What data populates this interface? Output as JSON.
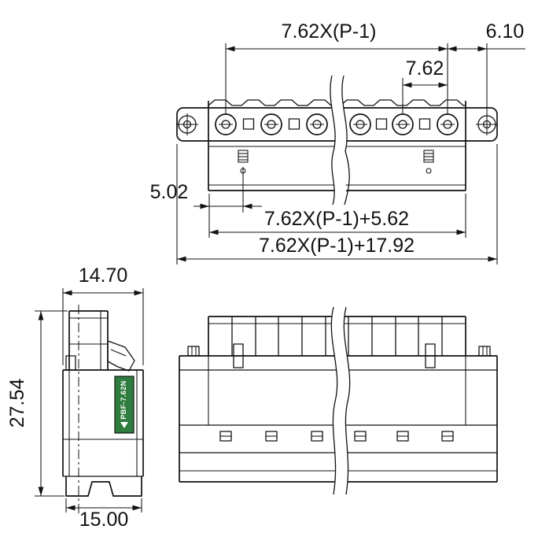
{
  "dimensions": {
    "pitch_span": "7.62X(P-1)",
    "end_offset": "6.10",
    "pitch": "7.62",
    "vent_offset": "5.02",
    "body_width": "7.62X(P-1)+5.62",
    "total_width": "7.62X(P-1)+17.92",
    "side_top_width": "14.70",
    "side_height": "27.54",
    "side_bottom_width": "15.00"
  },
  "labels": {
    "part_sticker": "PBF-7.62N"
  }
}
